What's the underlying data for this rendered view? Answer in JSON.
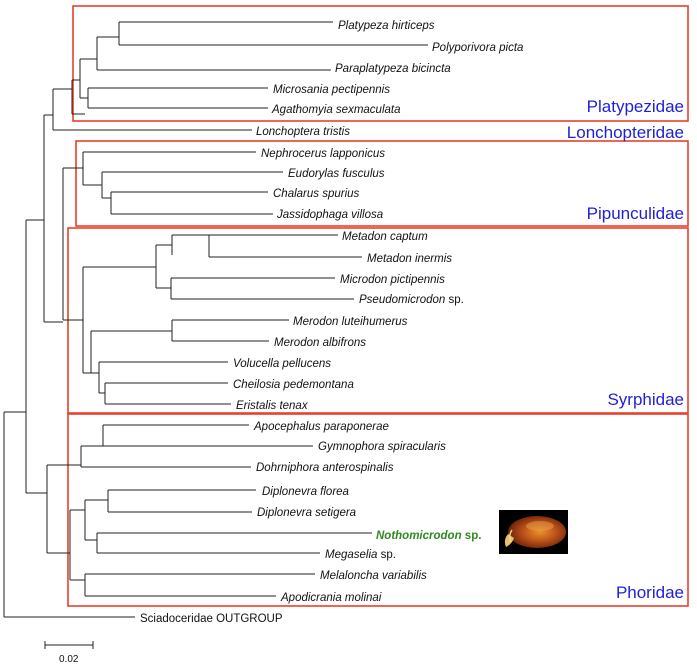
{
  "colors": {
    "box": "#e8412b",
    "family_label": "#1f1fd6",
    "highlight_taxon": "#2e8b1e",
    "branch": "#222222"
  },
  "families": [
    {
      "name": "Platypezidae"
    },
    {
      "name": "Lonchopteridae"
    },
    {
      "name": "Pipunculidae"
    },
    {
      "name": "Syrphidae"
    },
    {
      "name": "Phoridae"
    }
  ],
  "taxa": [
    {
      "id": "platypeza",
      "parts": [
        {
          "text": "Platypeza hirticeps",
          "italic": true
        }
      ]
    },
    {
      "id": "polyporivora",
      "parts": [
        {
          "text": "Polyporivora picta",
          "italic": true
        }
      ]
    },
    {
      "id": "paraplatypeza",
      "parts": [
        {
          "text": "Paraplatypeza bicincta",
          "italic": true
        }
      ]
    },
    {
      "id": "microsania",
      "parts": [
        {
          "text": "Microsania pectipennis",
          "italic": true
        }
      ]
    },
    {
      "id": "agathomyia",
      "parts": [
        {
          "text": "Agathomyia sexmaculata",
          "italic": true
        }
      ]
    },
    {
      "id": "lonchoptera",
      "parts": [
        {
          "text": "Lonchoptera tristis",
          "italic": true
        }
      ]
    },
    {
      "id": "nephrocerus",
      "parts": [
        {
          "text": "Nephrocerus lapponicus",
          "italic": true
        }
      ]
    },
    {
      "id": "eudorylas",
      "parts": [
        {
          "text": "Eudorylas fusculus",
          "italic": true
        }
      ]
    },
    {
      "id": "chalarus",
      "parts": [
        {
          "text": "Chalarus spurius",
          "italic": true
        }
      ]
    },
    {
      "id": "jassidophaga",
      "parts": [
        {
          "text": "Jassidophaga villosa",
          "italic": true
        }
      ]
    },
    {
      "id": "metadon-captum",
      "parts": [
        {
          "text": "Metadon captum",
          "italic": true
        }
      ]
    },
    {
      "id": "metadon-inermis",
      "parts": [
        {
          "text": "Metadon inermis",
          "italic": true
        }
      ]
    },
    {
      "id": "microdon",
      "parts": [
        {
          "text": "Microdon pictipennis",
          "italic": true
        }
      ]
    },
    {
      "id": "pseudomicrodon",
      "parts": [
        {
          "text": "Pseudomicrodon",
          "italic": true
        },
        {
          "text": " sp.",
          "italic": false
        }
      ]
    },
    {
      "id": "merodon-luteihumerus",
      "parts": [
        {
          "text": "Merodon luteihumerus",
          "italic": true
        }
      ]
    },
    {
      "id": "merodon-albifrons",
      "parts": [
        {
          "text": "Merodon albifrons",
          "italic": true
        }
      ]
    },
    {
      "id": "volucella",
      "parts": [
        {
          "text": "Volucella pellucens",
          "italic": true
        }
      ]
    },
    {
      "id": "cheilosia",
      "parts": [
        {
          "text": "Cheilosia pedemontana",
          "italic": true
        }
      ]
    },
    {
      "id": "eristalis",
      "parts": [
        {
          "text": "Eristalis tenax",
          "italic": true
        }
      ]
    },
    {
      "id": "apocephalus",
      "parts": [
        {
          "text": "Apocephalus paraponerae",
          "italic": true
        }
      ]
    },
    {
      "id": "gymnophora",
      "parts": [
        {
          "text": "Gymnophora spiracularis",
          "italic": true
        }
      ]
    },
    {
      "id": "dohrniphora",
      "parts": [
        {
          "text": "Dohrniphora anterospinalis",
          "italic": true
        }
      ]
    },
    {
      "id": "diplonevra-florea",
      "parts": [
        {
          "text": "Diplonevra florea",
          "italic": true
        }
      ]
    },
    {
      "id": "diplonevra-setigera",
      "parts": [
        {
          "text": "Diplonevra setigera",
          "italic": true
        }
      ]
    },
    {
      "id": "nothomicrodon",
      "highlight": true,
      "parts": [
        {
          "text": "Nothomicrodon",
          "italic": true
        },
        {
          "text": " sp.",
          "italic": false
        }
      ]
    },
    {
      "id": "megaselia",
      "parts": [
        {
          "text": "Megaselia",
          "italic": true
        },
        {
          "text": " sp.",
          "italic": false
        }
      ]
    },
    {
      "id": "melaloncha",
      "parts": [
        {
          "text": "Melaloncha variabilis",
          "italic": true
        }
      ]
    },
    {
      "id": "apodicrania",
      "parts": [
        {
          "text": "Apodicrania molinai",
          "italic": true
        }
      ]
    },
    {
      "id": "outgroup",
      "parts": [
        {
          "text": "Sciadoceridae OUTGROUP",
          "italic": false
        }
      ]
    }
  ],
  "scale_bar": {
    "label": "0.02"
  },
  "specimen_icon": "nothomicrodon-larva-photo"
}
